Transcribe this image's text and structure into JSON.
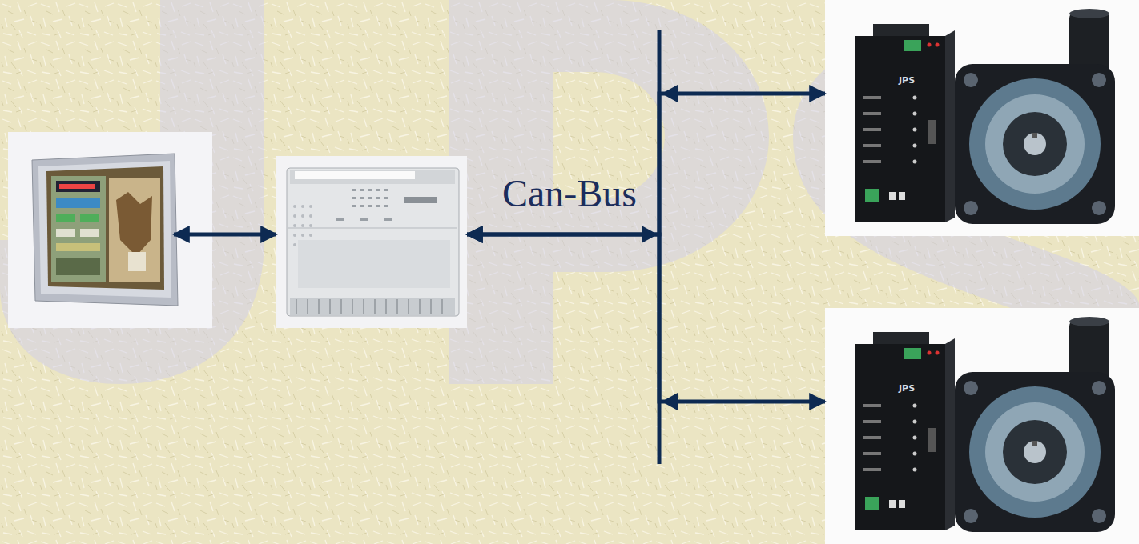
{
  "diagram": {
    "nodes": [
      {
        "text": []
      },
      {
        "text": []
      },
      {
        "text": [
          "JPS"
        ]
      },
      {
        "text": [
          "JPS"
        ]
      }
    ],
    "edges": [
      {
        "from": 0,
        "to": 1,
        "arrow": "both"
      },
      {
        "from": 1,
        "to": 2,
        "arrow": "both",
        "label": "Can-Bus"
      },
      {
        "from": 1,
        "to": 3,
        "arrow": "both"
      }
    ]
  }
}
